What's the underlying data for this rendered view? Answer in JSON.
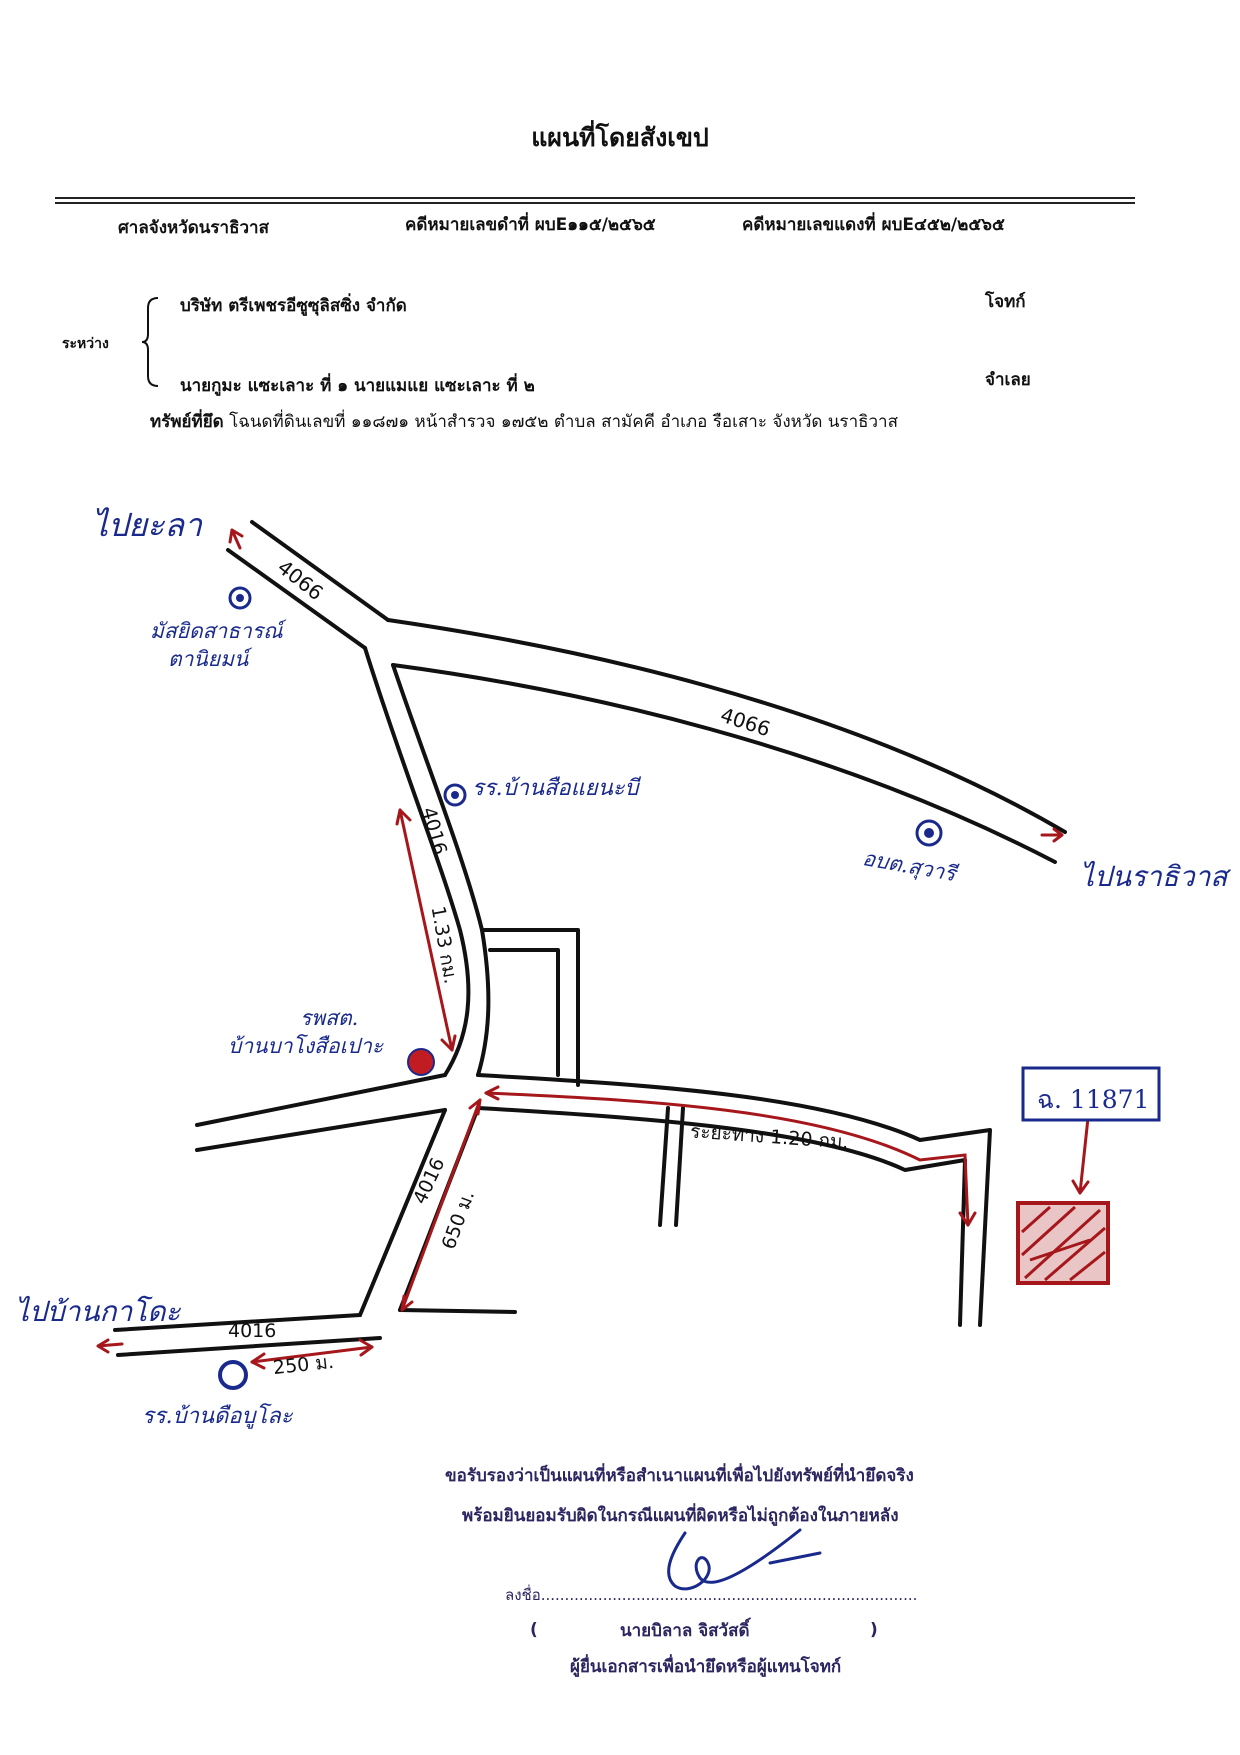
{
  "document": {
    "title": "แผนที่โดยสังเขป",
    "court": "ศาลจังหวัดนราธิวาส",
    "black_case": "คดีหมายเลขดำที่  ผบE๑๑๕/๒๕๖๕",
    "red_case": "คดีหมายเลขแดงที่ ผบE๔๕๒/๒๕๖๕",
    "between_label": "ระหว่าง",
    "plaintiff_name": "บริษัท ตรีเพชรอีซูซุลิสซิ่ง จำกัด",
    "plaintiff_role": "โจทก์",
    "defendant_name": "นายกูมะ แซะเลาะ ที่ ๑ นายแมแย แซะเลาะ ที่ ๒",
    "defendant_role": "จำเลย",
    "property_label": "ทรัพย์ที่ยึด",
    "property_text": "โฉนดที่ดินเลขที่ ๑๑๘๗๑ หน้าสำรวจ ๑๗๕๒ ตำบล สามัคคี อำเภอ รือเสาะ จังหวัด นราธิวาส"
  },
  "map": {
    "to_yala": "ไปยะลา",
    "to_narathiwat": "ไปนราธิวาส",
    "to_ban_kado": "ไปบ้านกาโดะ",
    "road_4066": "4066",
    "road_4016": "4016",
    "landmark_mosque": "มัสยิดสาธารณ์",
    "landmark_mosque_2": "ตานิยมน์",
    "landmark_school_top": "รร.บ้านสือแยนะบี",
    "landmark_obt": "อบต.สุวารี",
    "landmark_hospital_1": "รพสต.",
    "landmark_hospital_2": "บ้านบาโงสือเปาะ",
    "landmark_school_bottom": "รร.บ้านดือบูโละ",
    "dist_1": "1.33 กม.",
    "dist_2": "ระยะทาง 1.20 กม.",
    "dist_3": "650 ม.",
    "dist_4": "250 ม.",
    "parcel_label": "ฉ. 11871"
  },
  "certification": {
    "line1": "ขอรับรองว่าเป็นแผนที่หรือสำเนาแผนที่เพื่อไปยังทรัพย์ที่นำยึดจริง",
    "line2": "พร้อมยินยอมรับผิดในกรณีแผนที่ผิดหรือไม่ถูกต้องในภายหลัง",
    "sign_label": "ลงชื่อ...............................................................................",
    "paren_open": "(",
    "signer_name": "นายบิลาล   จิสวัสดิ์",
    "paren_close": ")",
    "signer_role": "ผู้ยื่นเอกสารเพื่อนำยึดหรือผู้แทนโจทก์"
  },
  "colors": {
    "ink": "#111111",
    "red_ink": "#a6171c",
    "blue_ink": "#1a2a8c",
    "cert_ink": "#2b2560"
  }
}
